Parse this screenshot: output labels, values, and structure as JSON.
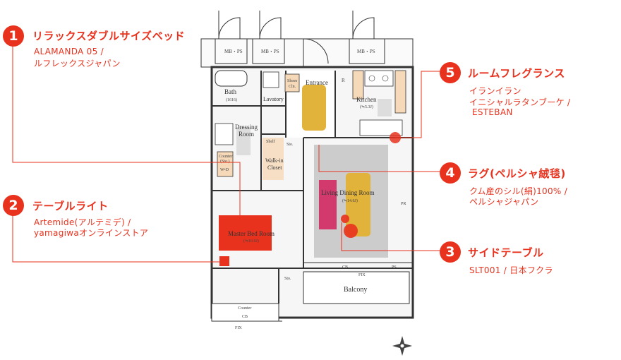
{
  "callouts": [
    {
      "num": "1",
      "title": "リラックスダブルサイズベッド",
      "lines": [
        "ALAMANDA 05 /",
        "ルフレックスジャパン"
      ]
    },
    {
      "num": "2",
      "title": "テーブルライト",
      "lines": [
        "Artemide(アルテミデ) /",
        "yamagiwaオンラインストア"
      ]
    },
    {
      "num": "3",
      "title": "サイドテーブル",
      "lines": [
        "SLT001 / 日本フクラ"
      ]
    },
    {
      "num": "4",
      "title": "ラグ(ペルシャ絨毯)",
      "lines": [
        "クム産のシル(絹)100% /",
        "ペルシャジャパン"
      ]
    },
    {
      "num": "5",
      "title": "ルームフレグランス",
      "lines": [
        "イランイラン",
        "イニシャルラタンブーケ /",
        "ESTEBAN"
      ]
    }
  ],
  "rooms": {
    "mbps": "MB・PS",
    "bath": "Bath",
    "bath_size": "(1616)",
    "lavatory": "Lavatory",
    "shoes": "Shoes",
    "cln": "Cln.",
    "entrance": "Entrance",
    "kitchen": "Kitchen",
    "kitchen_size": "(≒5.3J)",
    "r": "R",
    "dressing": "Dressing",
    "room": "Room",
    "shelf": "Shelf",
    "sto": "Sto.",
    "walkin": "Walk-in",
    "closet": "Closet",
    "counter": "Counter",
    "counter_sto": "(Sto.)",
    "wd": "W•D",
    "ldr": "Living Dining Room",
    "ldr_size": "(≒14.6J)",
    "mbr": "Master Bed Room",
    "mbr_size": "(≒10.6J)",
    "balcony": "Balcony",
    "cb": "CB",
    "fix": "FIX",
    "ps": "PS",
    "pr": "PR"
  },
  "colors": {
    "accent": "#e8321e",
    "entrance_item": "#e2b33a",
    "rug": "#cccccc",
    "bed": "#e8321e",
    "sofa": "#d23a6e",
    "table": "#e2b33a",
    "floor": "#f6f6f6",
    "wall": "#333333",
    "wood": "#f6d9b9"
  },
  "icons": {
    "compass": "compass-rose-icon"
  }
}
